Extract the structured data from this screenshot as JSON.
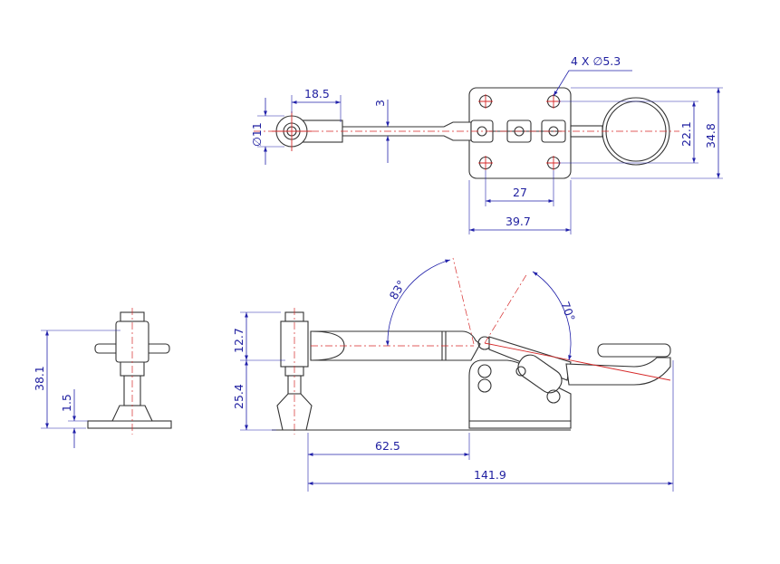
{
  "colors": {
    "outline": "#333333",
    "dimension": "#2222aa",
    "dimension_text": "#1f1fa0",
    "centerline": "#d62a2a",
    "background": "#ffffff"
  },
  "dimensions": {
    "hole_spec": "4 X ∅5.3",
    "top_width_18_5": "18.5",
    "top_thickness_3": "3",
    "top_diameter_11": "∅11",
    "top_hole_spacing_27": "27",
    "top_base_width_39_7": "39.7",
    "top_hole_spacing_22_1": "22.1",
    "top_base_depth_34_8": "34.8",
    "angle_83": "83°",
    "angle_70": "70°",
    "side_height_12_7": "12.7",
    "side_height_25_4": "25.4",
    "side_length_62_5": "62.5",
    "side_length_141_9": "141.9",
    "end_height_38_1": "38.1",
    "end_base_thickness_1_5": "1.5"
  }
}
